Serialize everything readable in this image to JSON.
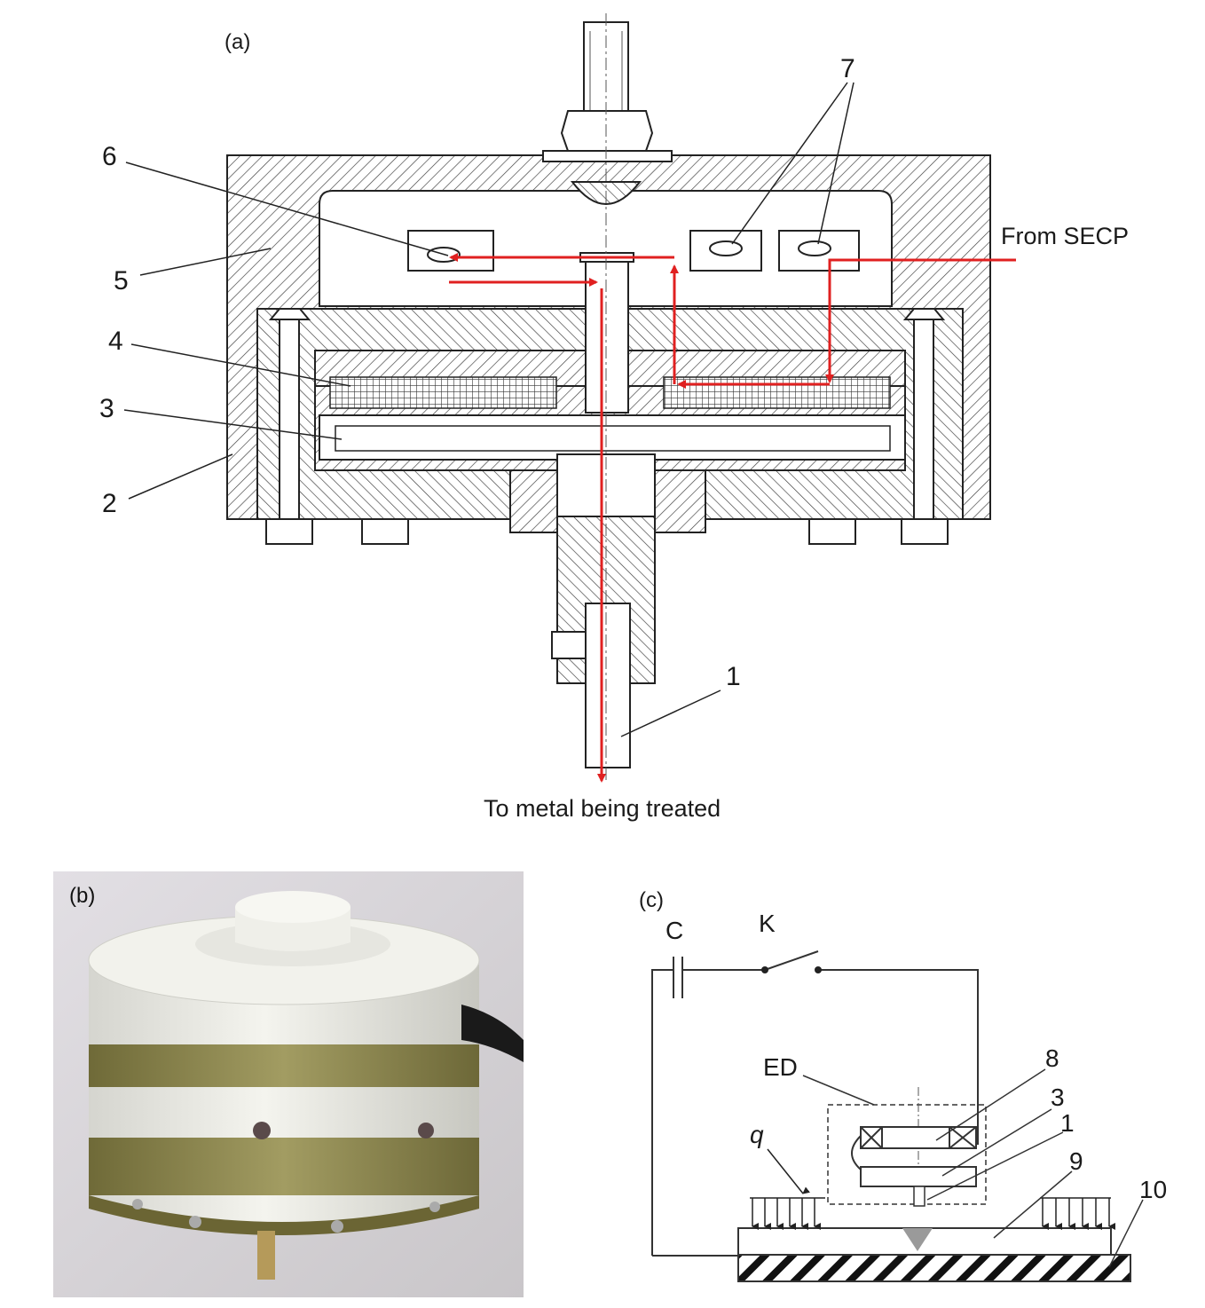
{
  "panel_a": {
    "label": "(a)",
    "callouts": [
      "1",
      "2",
      "3",
      "4",
      "5",
      "6",
      "7"
    ],
    "from_text": "From SECP",
    "to_text": "To metal being treated"
  },
  "panel_b": {
    "label": "(b)"
  },
  "panel_c": {
    "label": "(c)",
    "capacitor": "C",
    "switch": "K",
    "device": "ED",
    "load": "q",
    "callouts": [
      "8",
      "3",
      "1",
      "9",
      "10"
    ]
  },
  "colors": {
    "current_path": "#e02020",
    "hatch": "#3a3a3a",
    "brass": "#8d8a52",
    "plastic": "#ecece6"
  }
}
